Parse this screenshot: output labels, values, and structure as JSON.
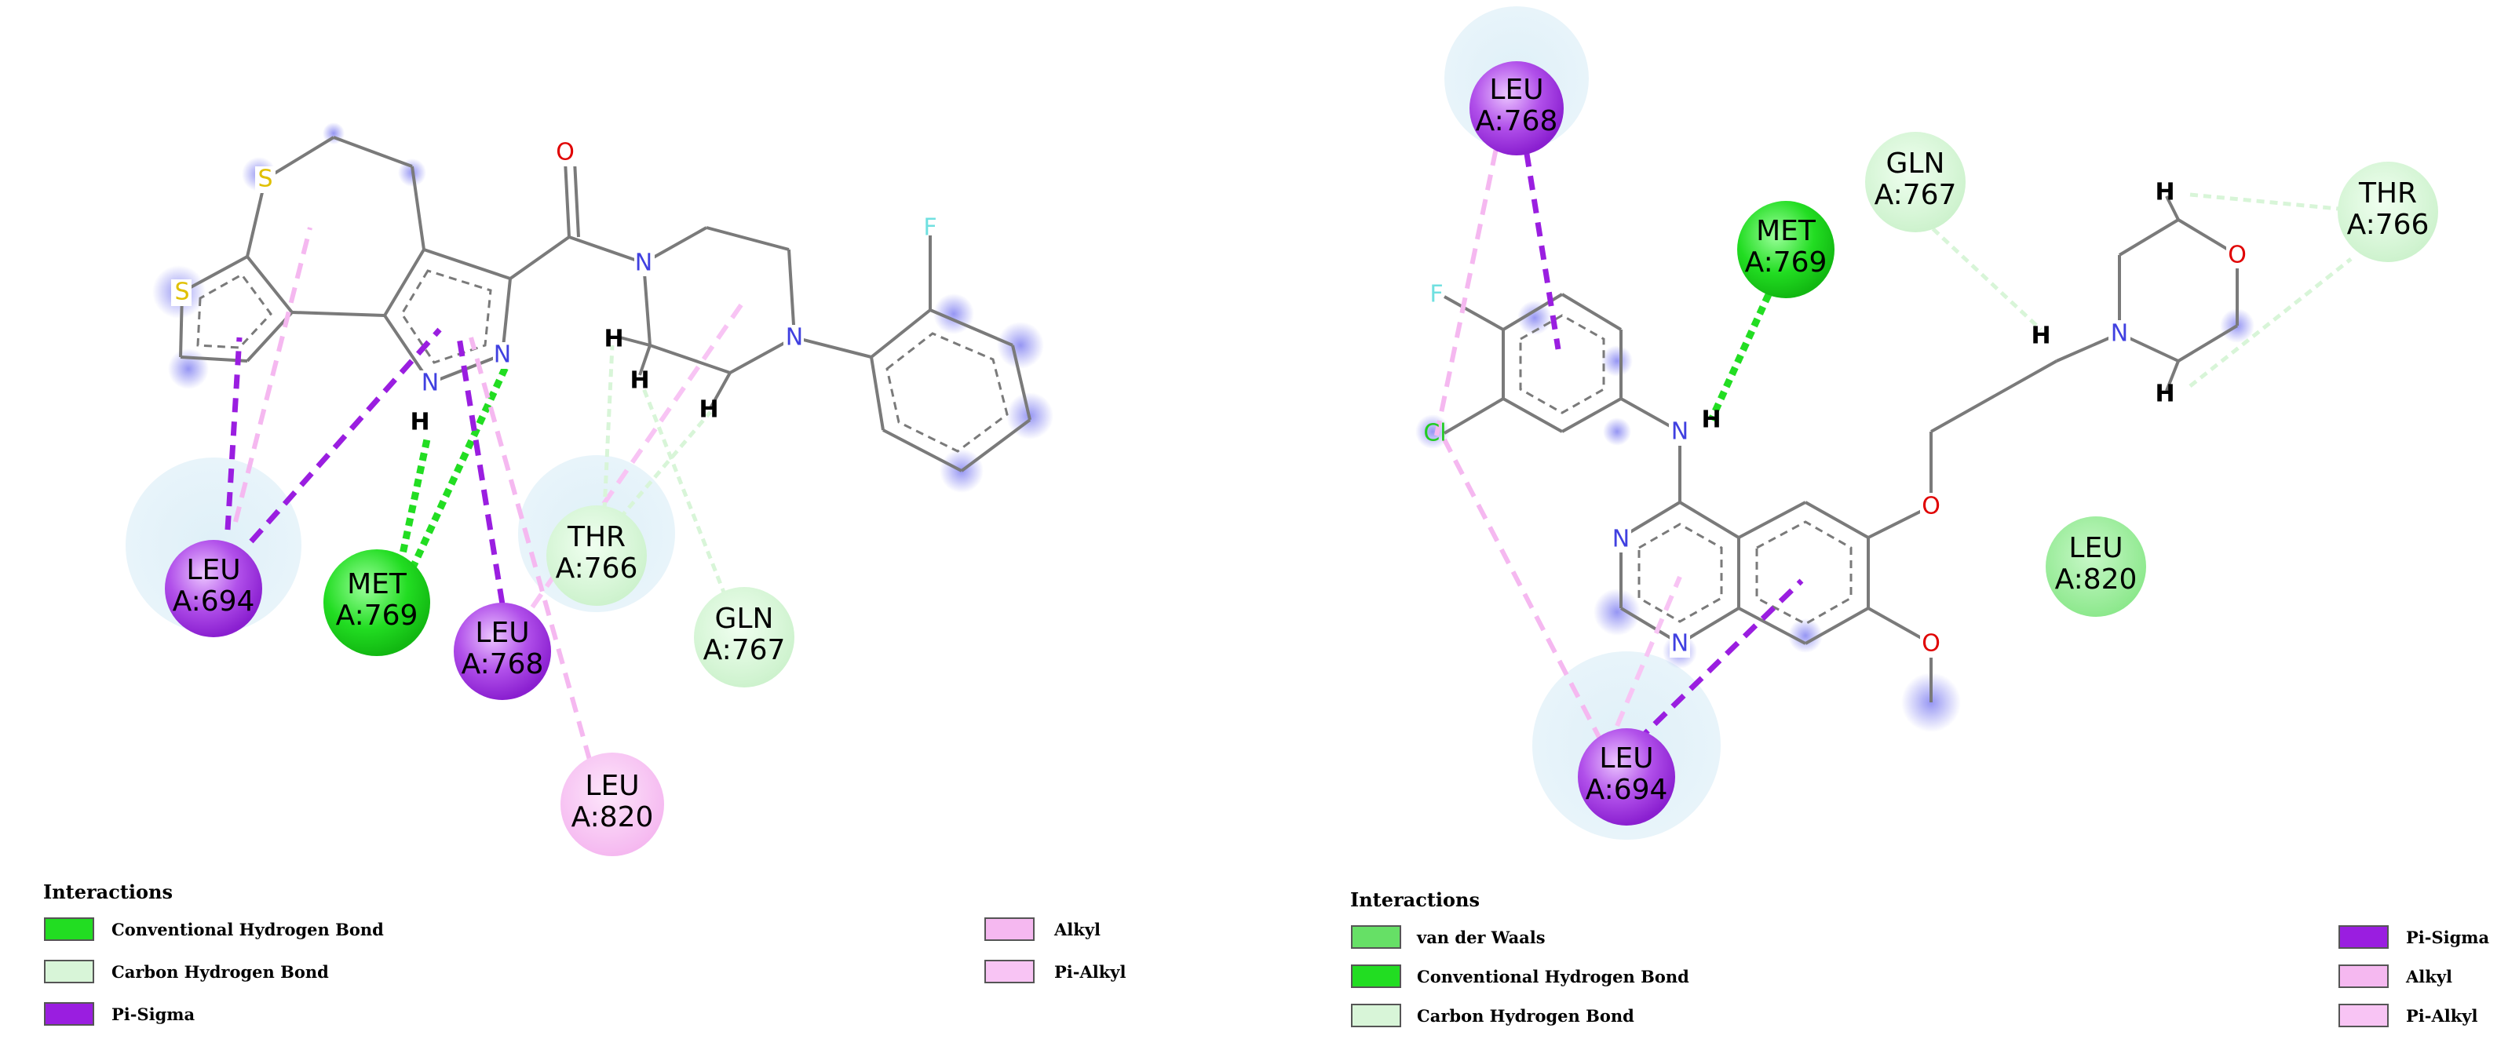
{
  "panels": [
    {
      "id": "left",
      "residues": [
        {
          "name": "LEU",
          "id": "A:694",
          "type": "pi-sigma",
          "halo": true
        },
        {
          "name": "MET",
          "id": "A:769",
          "type": "conventional-hbond"
        },
        {
          "name": "LEU",
          "id": "A:768",
          "type": "pi-sigma"
        },
        {
          "name": "THR",
          "id": "A:766",
          "type": "carbon-hbond",
          "halo": true
        },
        {
          "name": "GLN",
          "id": "A:767",
          "type": "carbon-hbond"
        },
        {
          "name": "LEU",
          "id": "A:820",
          "type": "alkyl"
        }
      ],
      "atoms": [
        "O",
        "N",
        "N",
        "S",
        "S",
        "N",
        "N",
        "F",
        "H",
        "H",
        "H",
        "H"
      ],
      "legend": {
        "title": "Interactions",
        "items": [
          {
            "label": "Conventional Hydrogen Bond",
            "color": "#22dd22"
          },
          {
            "label": "Carbon Hydrogen Bond",
            "color": "#d8f5d8"
          },
          {
            "label": "Pi-Sigma",
            "color": "#9a1ee0"
          },
          {
            "label": "Alkyl",
            "color": "#f5b8f0"
          },
          {
            "label": "Pi-Alkyl",
            "color": "#f8c4f4"
          }
        ]
      }
    },
    {
      "id": "right",
      "residues": [
        {
          "name": "LEU",
          "id": "A:768",
          "type": "pi-sigma",
          "halo": true
        },
        {
          "name": "MET",
          "id": "A:769",
          "type": "conventional-hbond"
        },
        {
          "name": "GLN",
          "id": "A:767",
          "type": "carbon-hbond"
        },
        {
          "name": "THR",
          "id": "A:766",
          "type": "carbon-hbond"
        },
        {
          "name": "LEU",
          "id": "A:820",
          "type": "vdw"
        },
        {
          "name": "LEU",
          "id": "A:694",
          "type": "pi-sigma",
          "halo": true
        }
      ],
      "atoms": [
        "F",
        "Cl",
        "N",
        "H",
        "N",
        "N",
        "O",
        "O",
        "N",
        "O",
        "H",
        "H",
        "H"
      ],
      "legend": {
        "title": "Interactions",
        "items": [
          {
            "label": "van der Waals",
            "color": "#66e066"
          },
          {
            "label": "Conventional Hydrogen Bond",
            "color": "#22dd22"
          },
          {
            "label": "Carbon Hydrogen Bond",
            "color": "#d8f5d8"
          },
          {
            "label": "Pi-Sigma",
            "color": "#9a1ee0"
          },
          {
            "label": "Alkyl",
            "color": "#f5b8f0"
          },
          {
            "label": "Pi-Alkyl",
            "color": "#f8c4f4"
          }
        ]
      }
    }
  ],
  "colors": {
    "pi_sigma": "#9a1ee0",
    "conventional_hbond": "#22dd22",
    "carbon_hbond": "#d8f5d8",
    "alkyl": "#f5b8f0",
    "vdw": "#66e066",
    "nitrogen": "#4040e0",
    "oxygen": "#e00000",
    "sulfur": "#e0c000",
    "fluorine": "#70e0e0",
    "chlorine": "#22cc22"
  }
}
